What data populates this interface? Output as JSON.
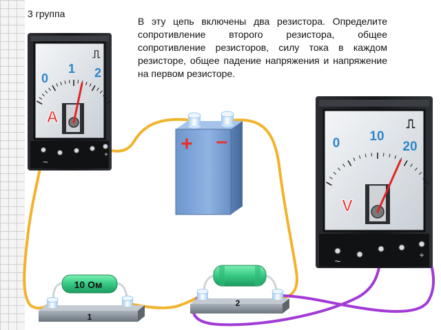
{
  "header": {
    "group_label": "3 группа",
    "task_text": "В эту цепь включены два резистора. Определите сопротивление второго резистора, общее сопротивление резисторов, силу тока в каждом резисторе, общее падение напряжения и напряжение на первом резисторе."
  },
  "ammeter": {
    "letter": "A",
    "scale_labels": [
      "0",
      "1",
      "2"
    ],
    "dc_symbol": "⎍",
    "needle_value": 1.2,
    "scale_max": 2,
    "terminal_symbols": [
      "~",
      "+"
    ]
  },
  "voltmeter": {
    "letter": "V",
    "scale_labels": [
      "0",
      "10",
      "20"
    ],
    "dc_symbol": "⎍",
    "needle_value": 14,
    "scale_max": 20,
    "terminal_symbols": [
      "~",
      "+"
    ]
  },
  "battery": {
    "plus_symbol": "+",
    "minus_symbol": "–"
  },
  "resistor_1": {
    "value_label": "10 Ом",
    "base_label": "1"
  },
  "resistor_2": {
    "value_label": "",
    "base_label": "2"
  },
  "colors": {
    "wire_yellow": "#f2b32c",
    "wire_purple": "#a23ad6",
    "meter_letter": "#e8312c",
    "scale_number": "#2e86c9",
    "needle": "#e02424",
    "meter_body": "#1f2124",
    "battery_body": "#7ea6d9",
    "resistor_green": "#3fd08a",
    "base_gray": "#7d8791"
  }
}
